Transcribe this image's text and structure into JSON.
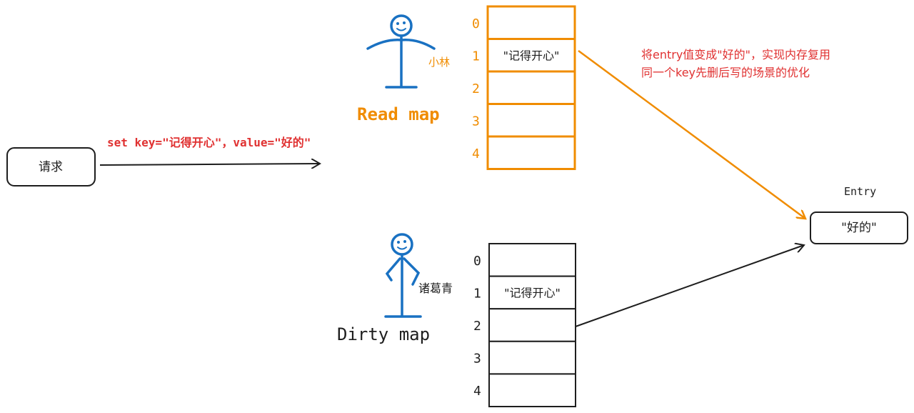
{
  "request": {
    "label": "请求"
  },
  "request_arrow_label": "set key=\"记得开心\"，value=\"好的\"",
  "read_map": {
    "title": "Read map",
    "owner": "小林",
    "indices": [
      "0",
      "1",
      "2",
      "3",
      "4"
    ],
    "cells": [
      "",
      "\"记得开心\"",
      "",
      "",
      ""
    ],
    "color": "#f08c00"
  },
  "dirty_map": {
    "title": "Dirty map",
    "owner": "诸葛青",
    "indices": [
      "0",
      "1",
      "2",
      "3",
      "4"
    ],
    "cells": [
      "",
      "\"记得开心\"",
      "",
      "",
      ""
    ],
    "color": "#1e1e1e"
  },
  "entry": {
    "title": "Entry",
    "value": "\"好的\""
  },
  "annotation": {
    "lines": [
      "将entry值变成\"好的\"，实现内存复用",
      "同一个key先删后写的场景的优化"
    ],
    "color": "#e03131"
  },
  "figure_color": "#1971c2"
}
